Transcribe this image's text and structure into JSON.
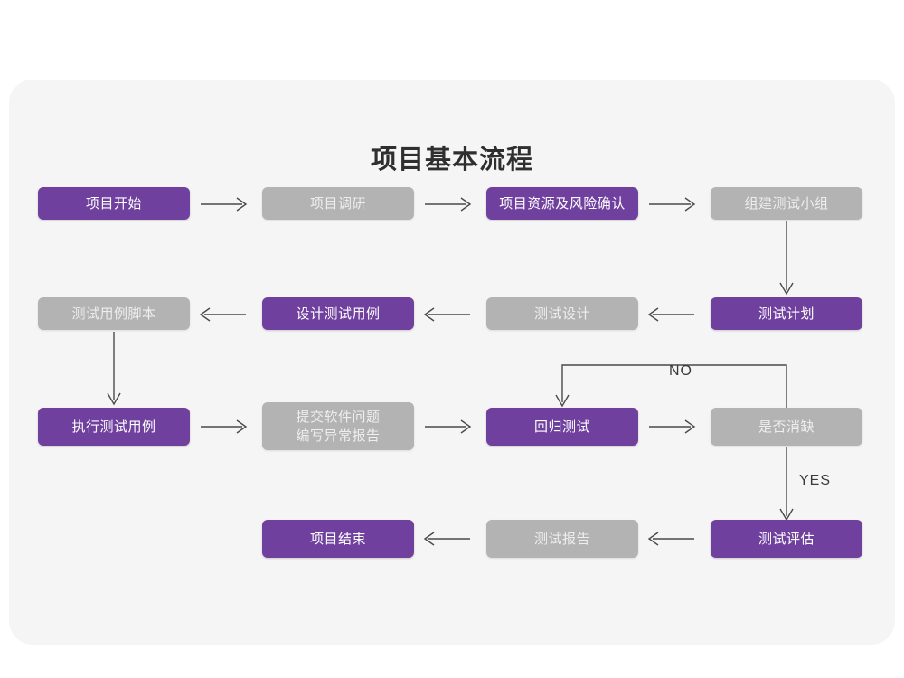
{
  "title": "项目基本流程",
  "colors": {
    "purple": "#70409E",
    "gray": "#B3B3B3",
    "card_bg": "#F5F5F5",
    "page_bg": "#FFFFFF",
    "connector": "#4A4A4A",
    "title_text": "#2F2F2F"
  },
  "nodes": [
    {
      "id": "start",
      "label": "项目开始",
      "style": "purple",
      "row": 1,
      "col": 1
    },
    {
      "id": "research",
      "label": "项目调研",
      "style": "gray",
      "row": 1,
      "col": 2
    },
    {
      "id": "resource",
      "label": "项目资源及风险确认",
      "style": "purple",
      "row": 1,
      "col": 3
    },
    {
      "id": "team",
      "label": "组建测试小组",
      "style": "gray",
      "row": 1,
      "col": 4
    },
    {
      "id": "script",
      "label": "测试用例脚本",
      "style": "gray",
      "row": 2,
      "col": 1
    },
    {
      "id": "designcase",
      "label": "设计测试用例",
      "style": "purple",
      "row": 2,
      "col": 2
    },
    {
      "id": "testdesign",
      "label": "测试设计",
      "style": "gray",
      "row": 2,
      "col": 3
    },
    {
      "id": "testplan",
      "label": "测试计划",
      "style": "purple",
      "row": 2,
      "col": 4
    },
    {
      "id": "execcase",
      "label": "执行测试用例",
      "style": "purple",
      "row": 3,
      "col": 1
    },
    {
      "id": "submitbug",
      "label": "提交软件问题\n编写异常报告",
      "style": "gray",
      "row": 3,
      "col": 2
    },
    {
      "id": "regression",
      "label": "回归测试",
      "style": "purple",
      "row": 3,
      "col": 3
    },
    {
      "id": "defectcheck",
      "label": "是否消缺",
      "style": "gray",
      "row": 3,
      "col": 4
    },
    {
      "id": "projectend",
      "label": "项目结束",
      "style": "purple",
      "row": 4,
      "col": 2
    },
    {
      "id": "testreport",
      "label": "测试报告",
      "style": "gray",
      "row": 4,
      "col": 3
    },
    {
      "id": "testeval",
      "label": "测试评估",
      "style": "purple",
      "row": 4,
      "col": 4
    }
  ],
  "edge_labels": {
    "no": "NO",
    "yes": "YES"
  },
  "connectors": [
    {
      "from": "start",
      "to": "research",
      "direction": "right"
    },
    {
      "from": "research",
      "to": "resource",
      "direction": "right"
    },
    {
      "from": "resource",
      "to": "team",
      "direction": "right"
    },
    {
      "from": "team",
      "to": "testplan",
      "direction": "down"
    },
    {
      "from": "testplan",
      "to": "testdesign",
      "direction": "left"
    },
    {
      "from": "testdesign",
      "to": "designcase",
      "direction": "left"
    },
    {
      "from": "designcase",
      "to": "script",
      "direction": "left"
    },
    {
      "from": "script",
      "to": "execcase",
      "direction": "down"
    },
    {
      "from": "execcase",
      "to": "submitbug",
      "direction": "right"
    },
    {
      "from": "submitbug",
      "to": "regression",
      "direction": "right"
    },
    {
      "from": "regression",
      "to": "defectcheck",
      "direction": "right"
    },
    {
      "from": "defectcheck",
      "to": "regression",
      "direction": "loop-up",
      "label": "NO"
    },
    {
      "from": "defectcheck",
      "to": "testeval",
      "direction": "down",
      "label": "YES"
    },
    {
      "from": "testeval",
      "to": "testreport",
      "direction": "left"
    },
    {
      "from": "testreport",
      "to": "projectend",
      "direction": "left"
    }
  ]
}
